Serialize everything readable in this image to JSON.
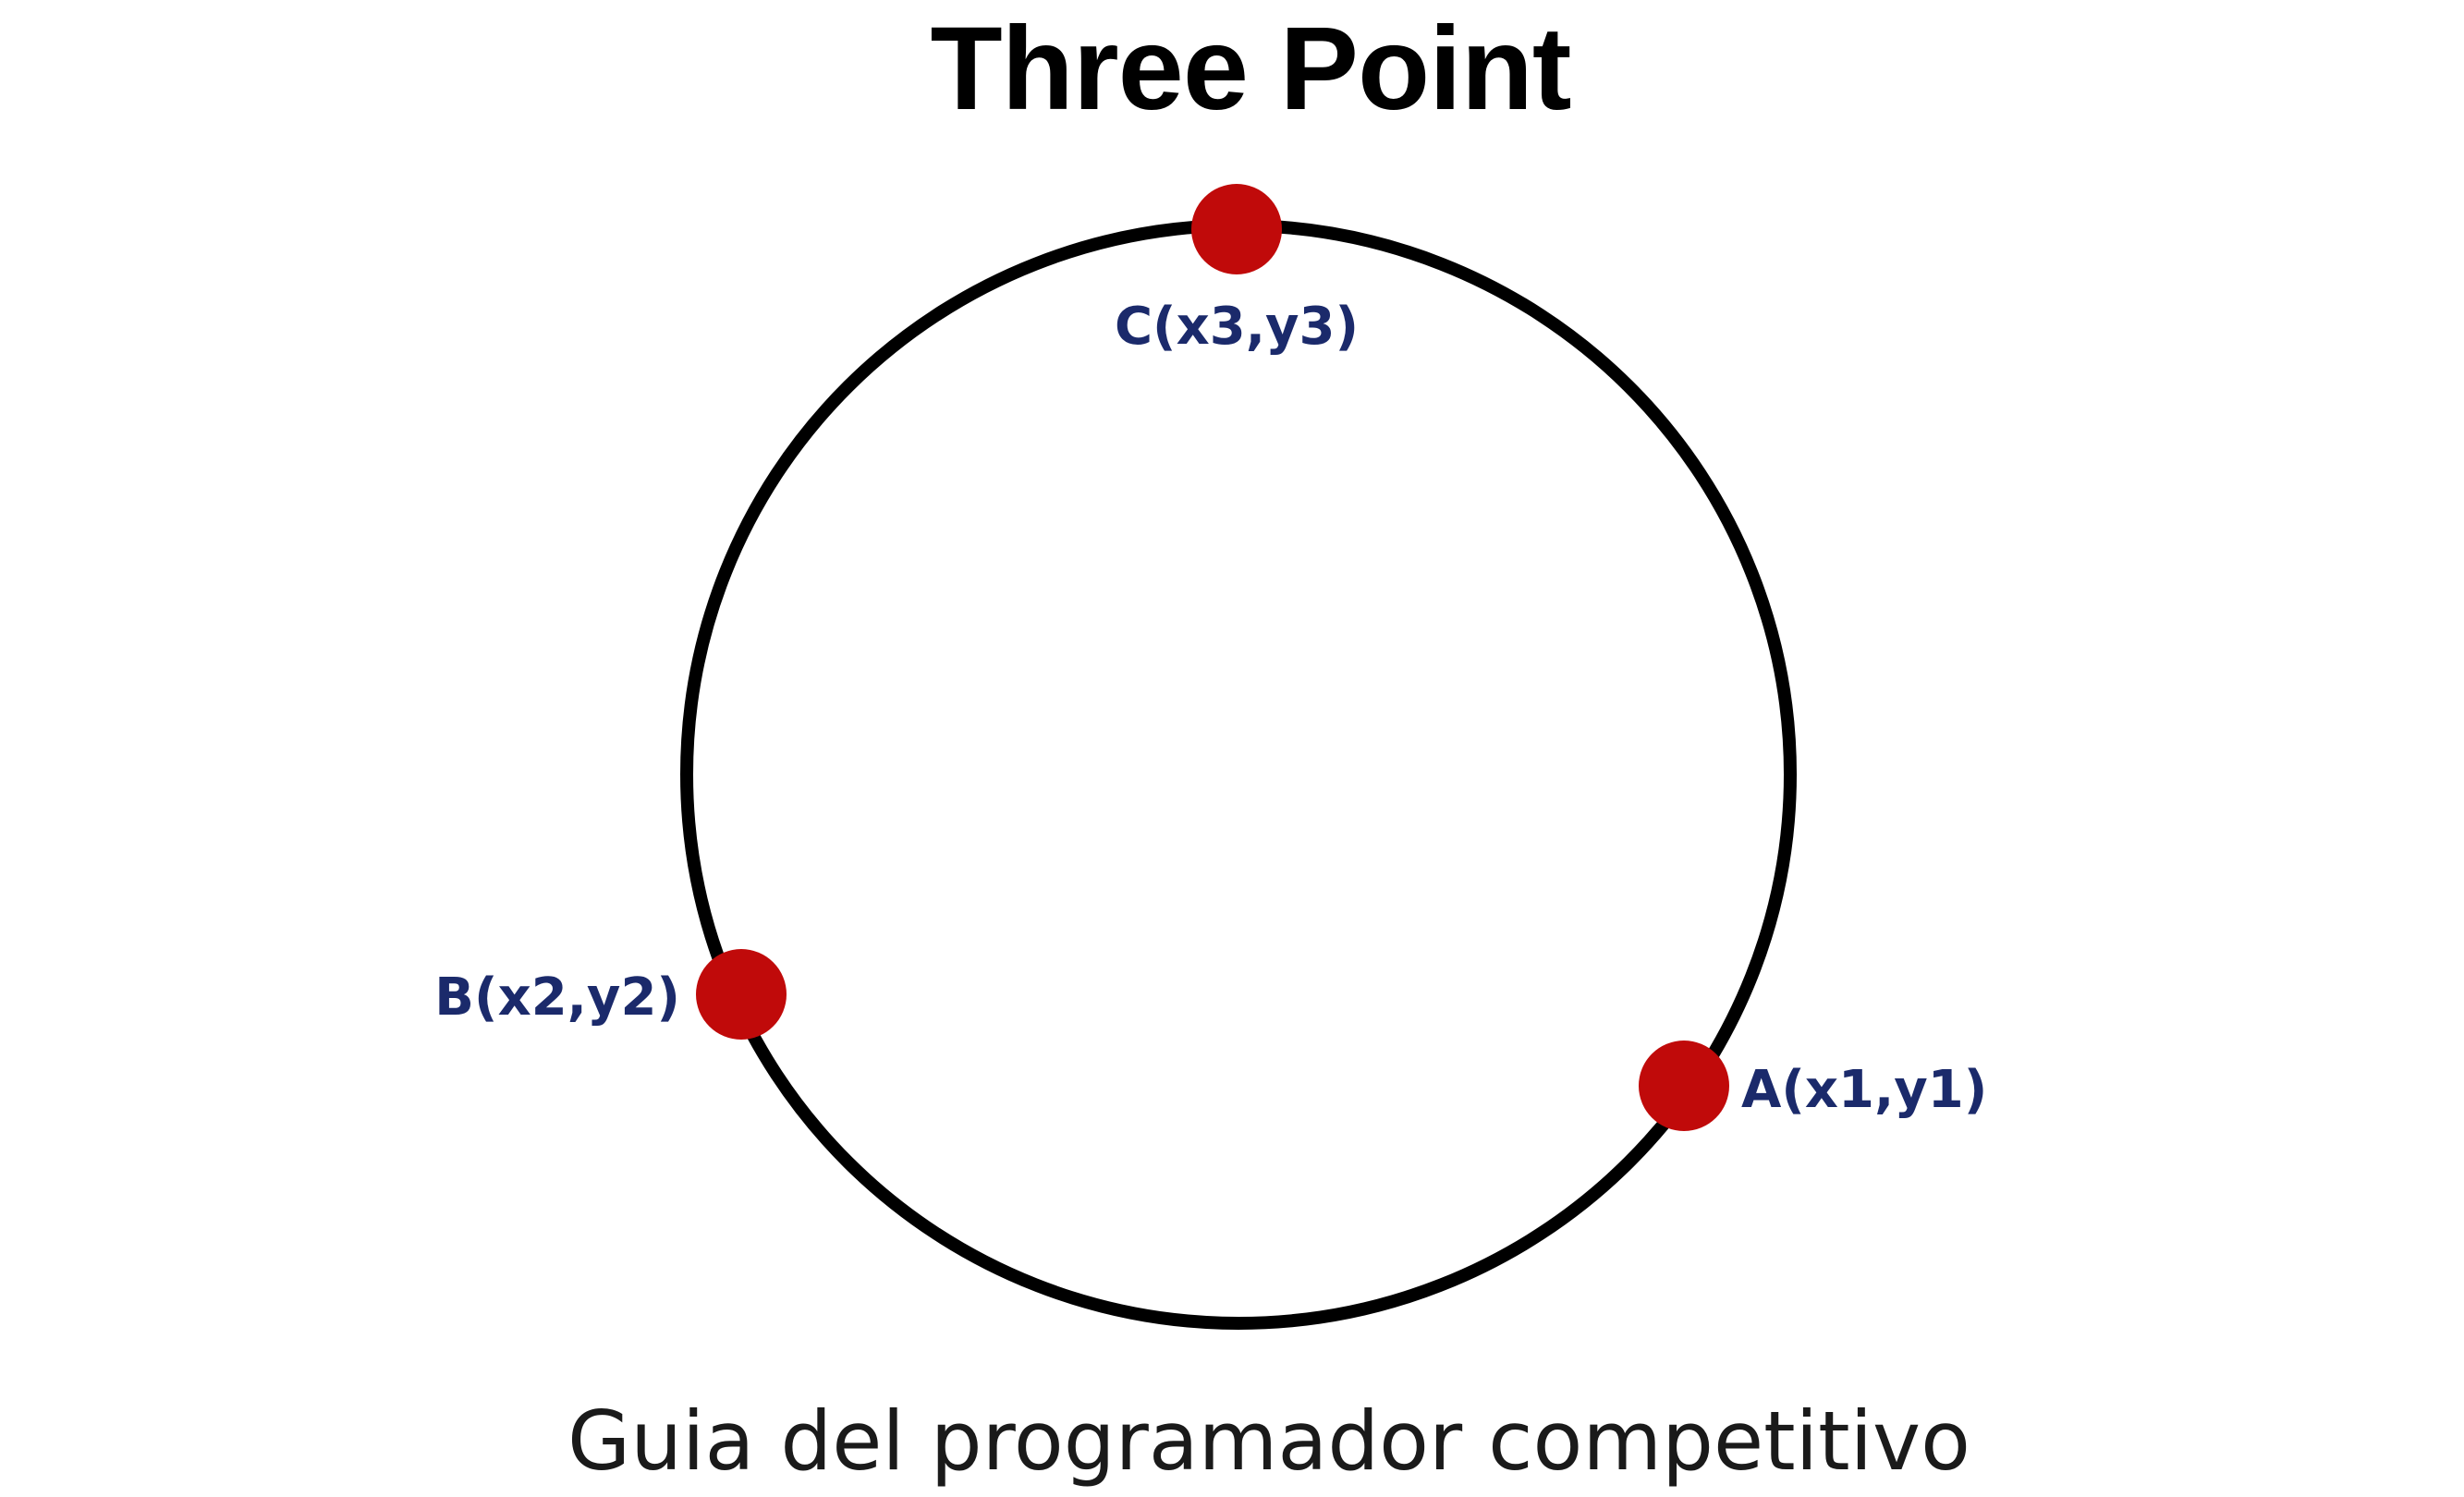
{
  "title": "Three Point",
  "subtitle": "Guia del programador competitivo",
  "colors": {
    "title": "#000000",
    "subtitle": "#1a1a1a",
    "circle_stroke": "#000000",
    "point_fill": "#c00a0a",
    "label": "#1b2a6b"
  },
  "points": [
    {
      "id": "A",
      "label": "A(x1,y1)"
    },
    {
      "id": "B",
      "label": "B(x2,y2)"
    },
    {
      "id": "C",
      "label": "C(x3,y3)"
    }
  ]
}
